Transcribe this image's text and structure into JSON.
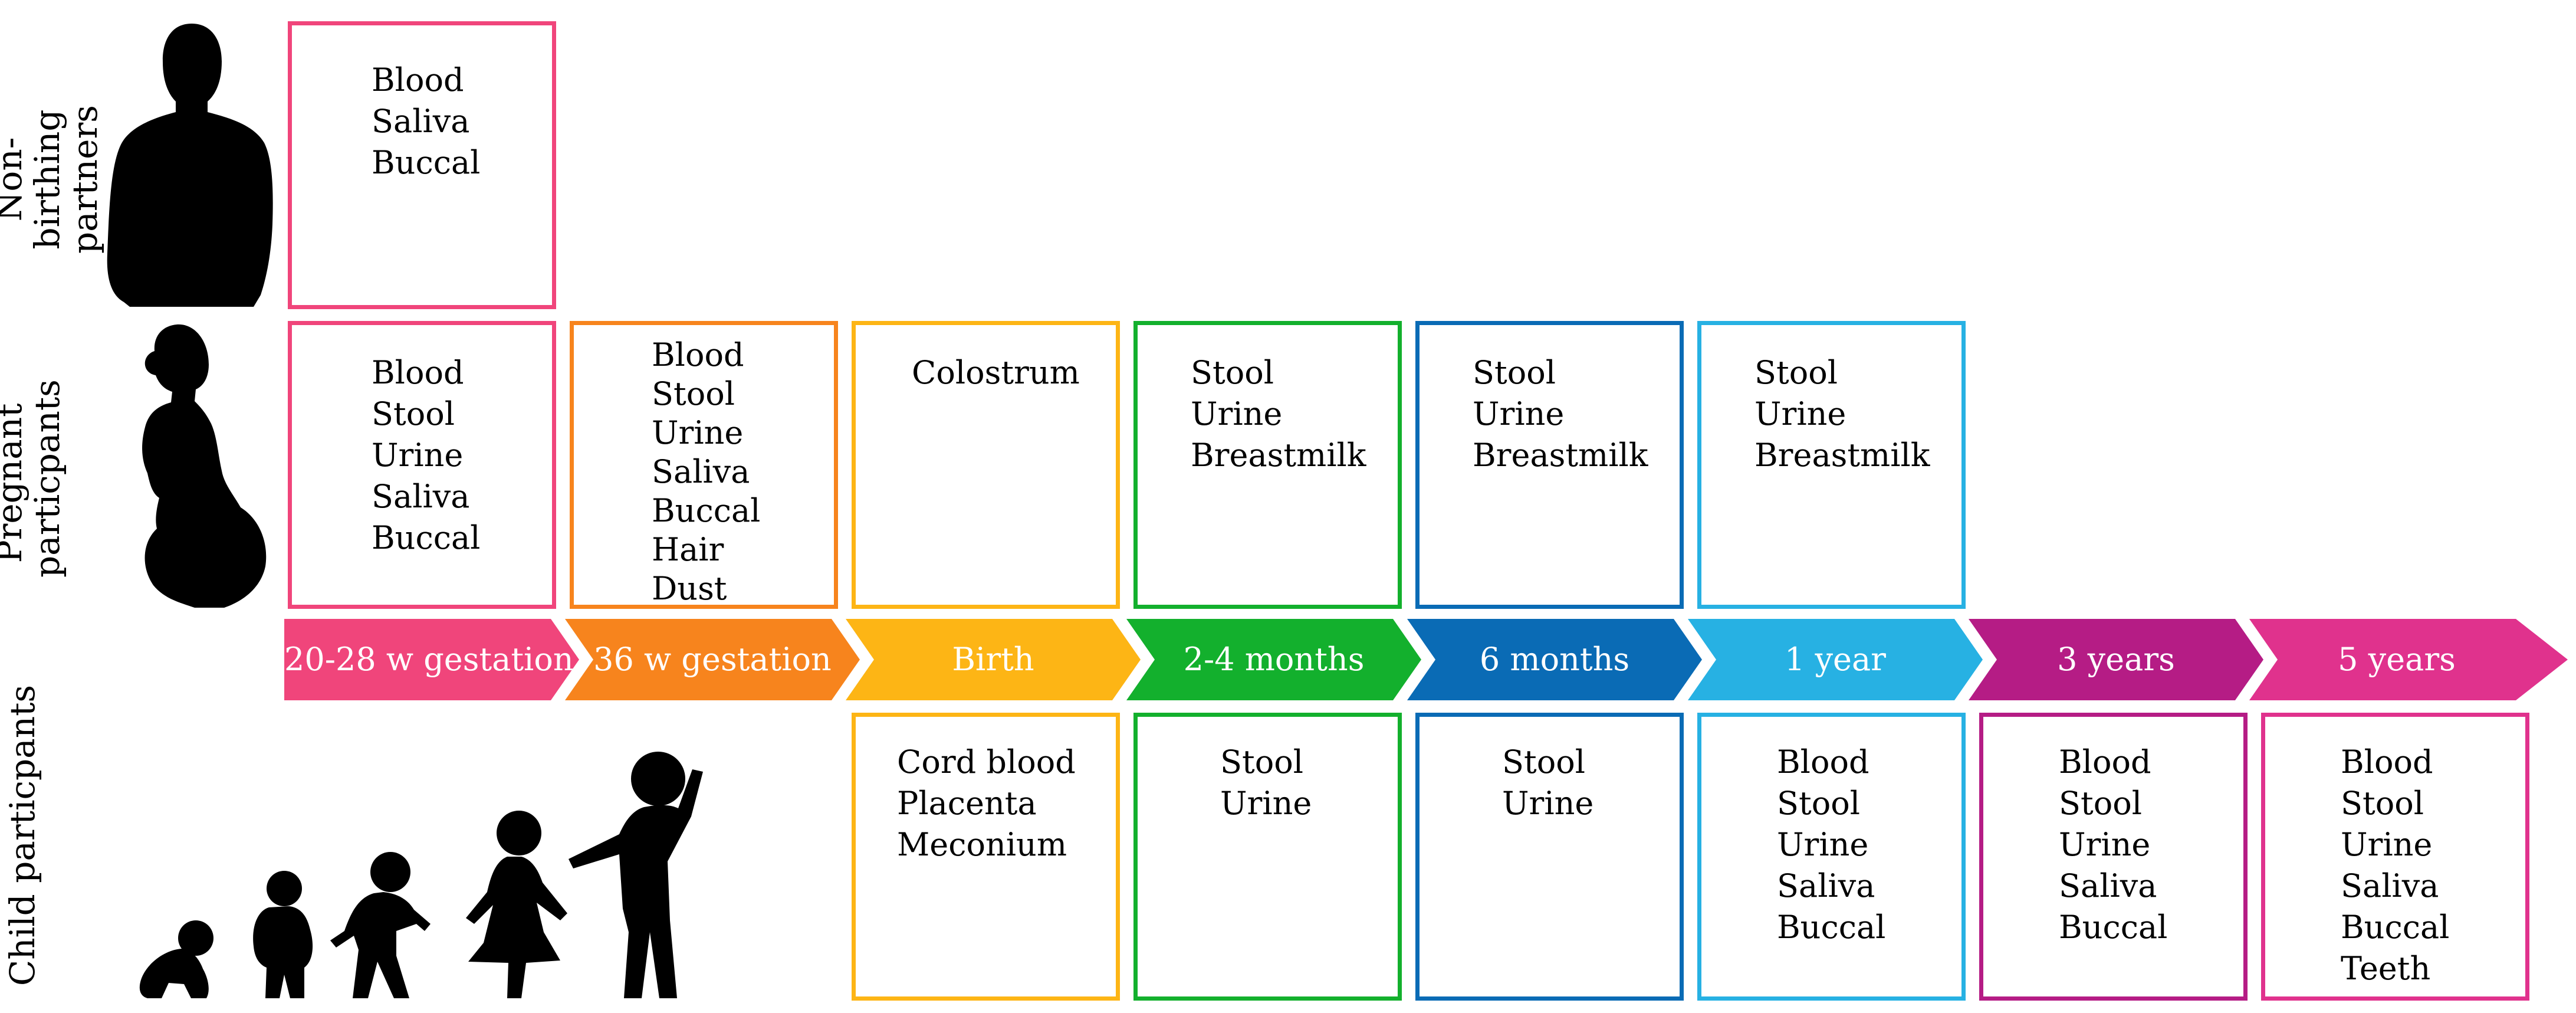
{
  "rows": {
    "partners": "Non-birthing partners",
    "pregnant": "Pregnant particpants",
    "child": "Child particpants"
  },
  "timeline": [
    {
      "label": "20-28 w gestation",
      "color": "#f0457b"
    },
    {
      "label": "36 w gestation",
      "color": "#f7841d"
    },
    {
      "label": "Birth",
      "color": "#fdb515"
    },
    {
      "label": "2-4 months",
      "color": "#13b02d"
    },
    {
      "label": "6 months",
      "color": "#0a6bb5"
    },
    {
      "label": "1 year",
      "color": "#27b1e3"
    },
    {
      "label": "3 years",
      "color": "#b51c85"
    },
    {
      "label": "5 years",
      "color": "#e0328d"
    }
  ],
  "partner_boxes": [
    {
      "stage": "20-28 w gestation",
      "items": [
        "Blood",
        "Saliva",
        "Buccal"
      ]
    }
  ],
  "pregnant_boxes": [
    {
      "stage": "20-28 w gestation",
      "items": [
        "Blood",
        "Stool",
        "Urine",
        "Saliva",
        "Buccal"
      ]
    },
    {
      "stage": "36 w gestation",
      "items": [
        "Blood",
        "Stool",
        "Urine",
        "Saliva",
        "Buccal",
        "Hair",
        "Dust"
      ]
    },
    {
      "stage": "Birth",
      "items": [
        "Colostrum"
      ]
    },
    {
      "stage": "2-4 months",
      "items": [
        "Stool",
        "Urine",
        "Breastmilk"
      ]
    },
    {
      "stage": "6 months",
      "items": [
        "Stool",
        "Urine",
        "Breastmilk"
      ]
    },
    {
      "stage": "1 year",
      "items": [
        "Stool",
        "Urine",
        "Breastmilk"
      ]
    }
  ],
  "child_boxes": [
    {
      "stage": "Birth",
      "items": [
        "Cord blood",
        "Placenta",
        "Meconium"
      ]
    },
    {
      "stage": "2-4 months",
      "items": [
        "Stool",
        "Urine"
      ]
    },
    {
      "stage": "6 months",
      "items": [
        "Stool",
        "Urine"
      ]
    },
    {
      "stage": "1 year",
      "items": [
        "Blood",
        "Stool",
        "Urine",
        "Saliva",
        "Buccal"
      ]
    },
    {
      "stage": "3 years",
      "items": [
        "Blood",
        "Stool",
        "Urine",
        "Saliva",
        "Buccal"
      ]
    },
    {
      "stage": "5 years",
      "items": [
        "Blood",
        "Stool",
        "Urine",
        "Saliva",
        "Buccal",
        "Teeth"
      ]
    }
  ],
  "icons": {
    "partner": "man-silhouette-icon",
    "pregnant": "pregnant-woman-silhouette-icon",
    "children": "child-growth-silhouettes-icon"
  }
}
